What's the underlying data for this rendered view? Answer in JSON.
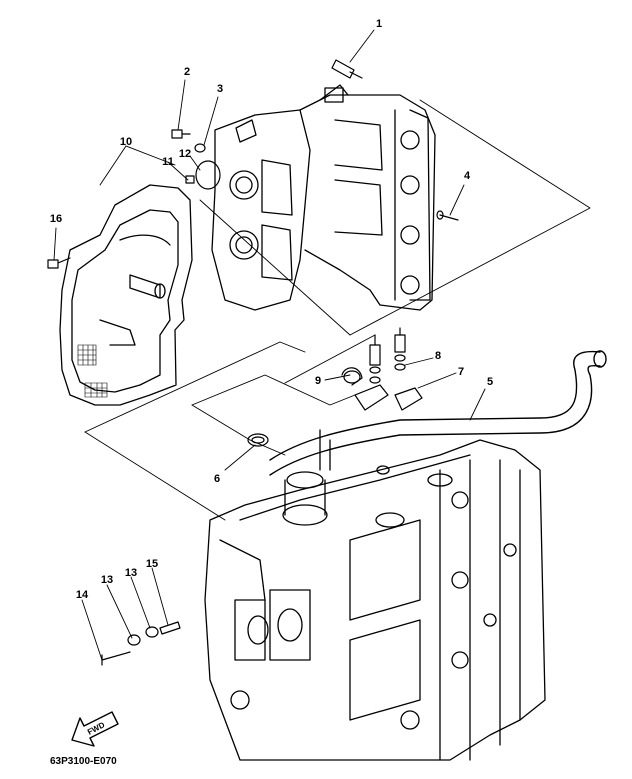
{
  "diagram": {
    "code": "63P3100-E070",
    "fwd_label": "FWD",
    "callouts": {
      "c1": "1",
      "c2": "2",
      "c3": "3",
      "c4": "4",
      "c5": "5",
      "c6": "6",
      "c7": "7",
      "c8": "8",
      "c9": "9",
      "c10": "10",
      "c11": "11",
      "c12": "12",
      "c13a": "13",
      "c13b": "13",
      "c14": "14",
      "c15": "15",
      "c16": "16"
    }
  }
}
